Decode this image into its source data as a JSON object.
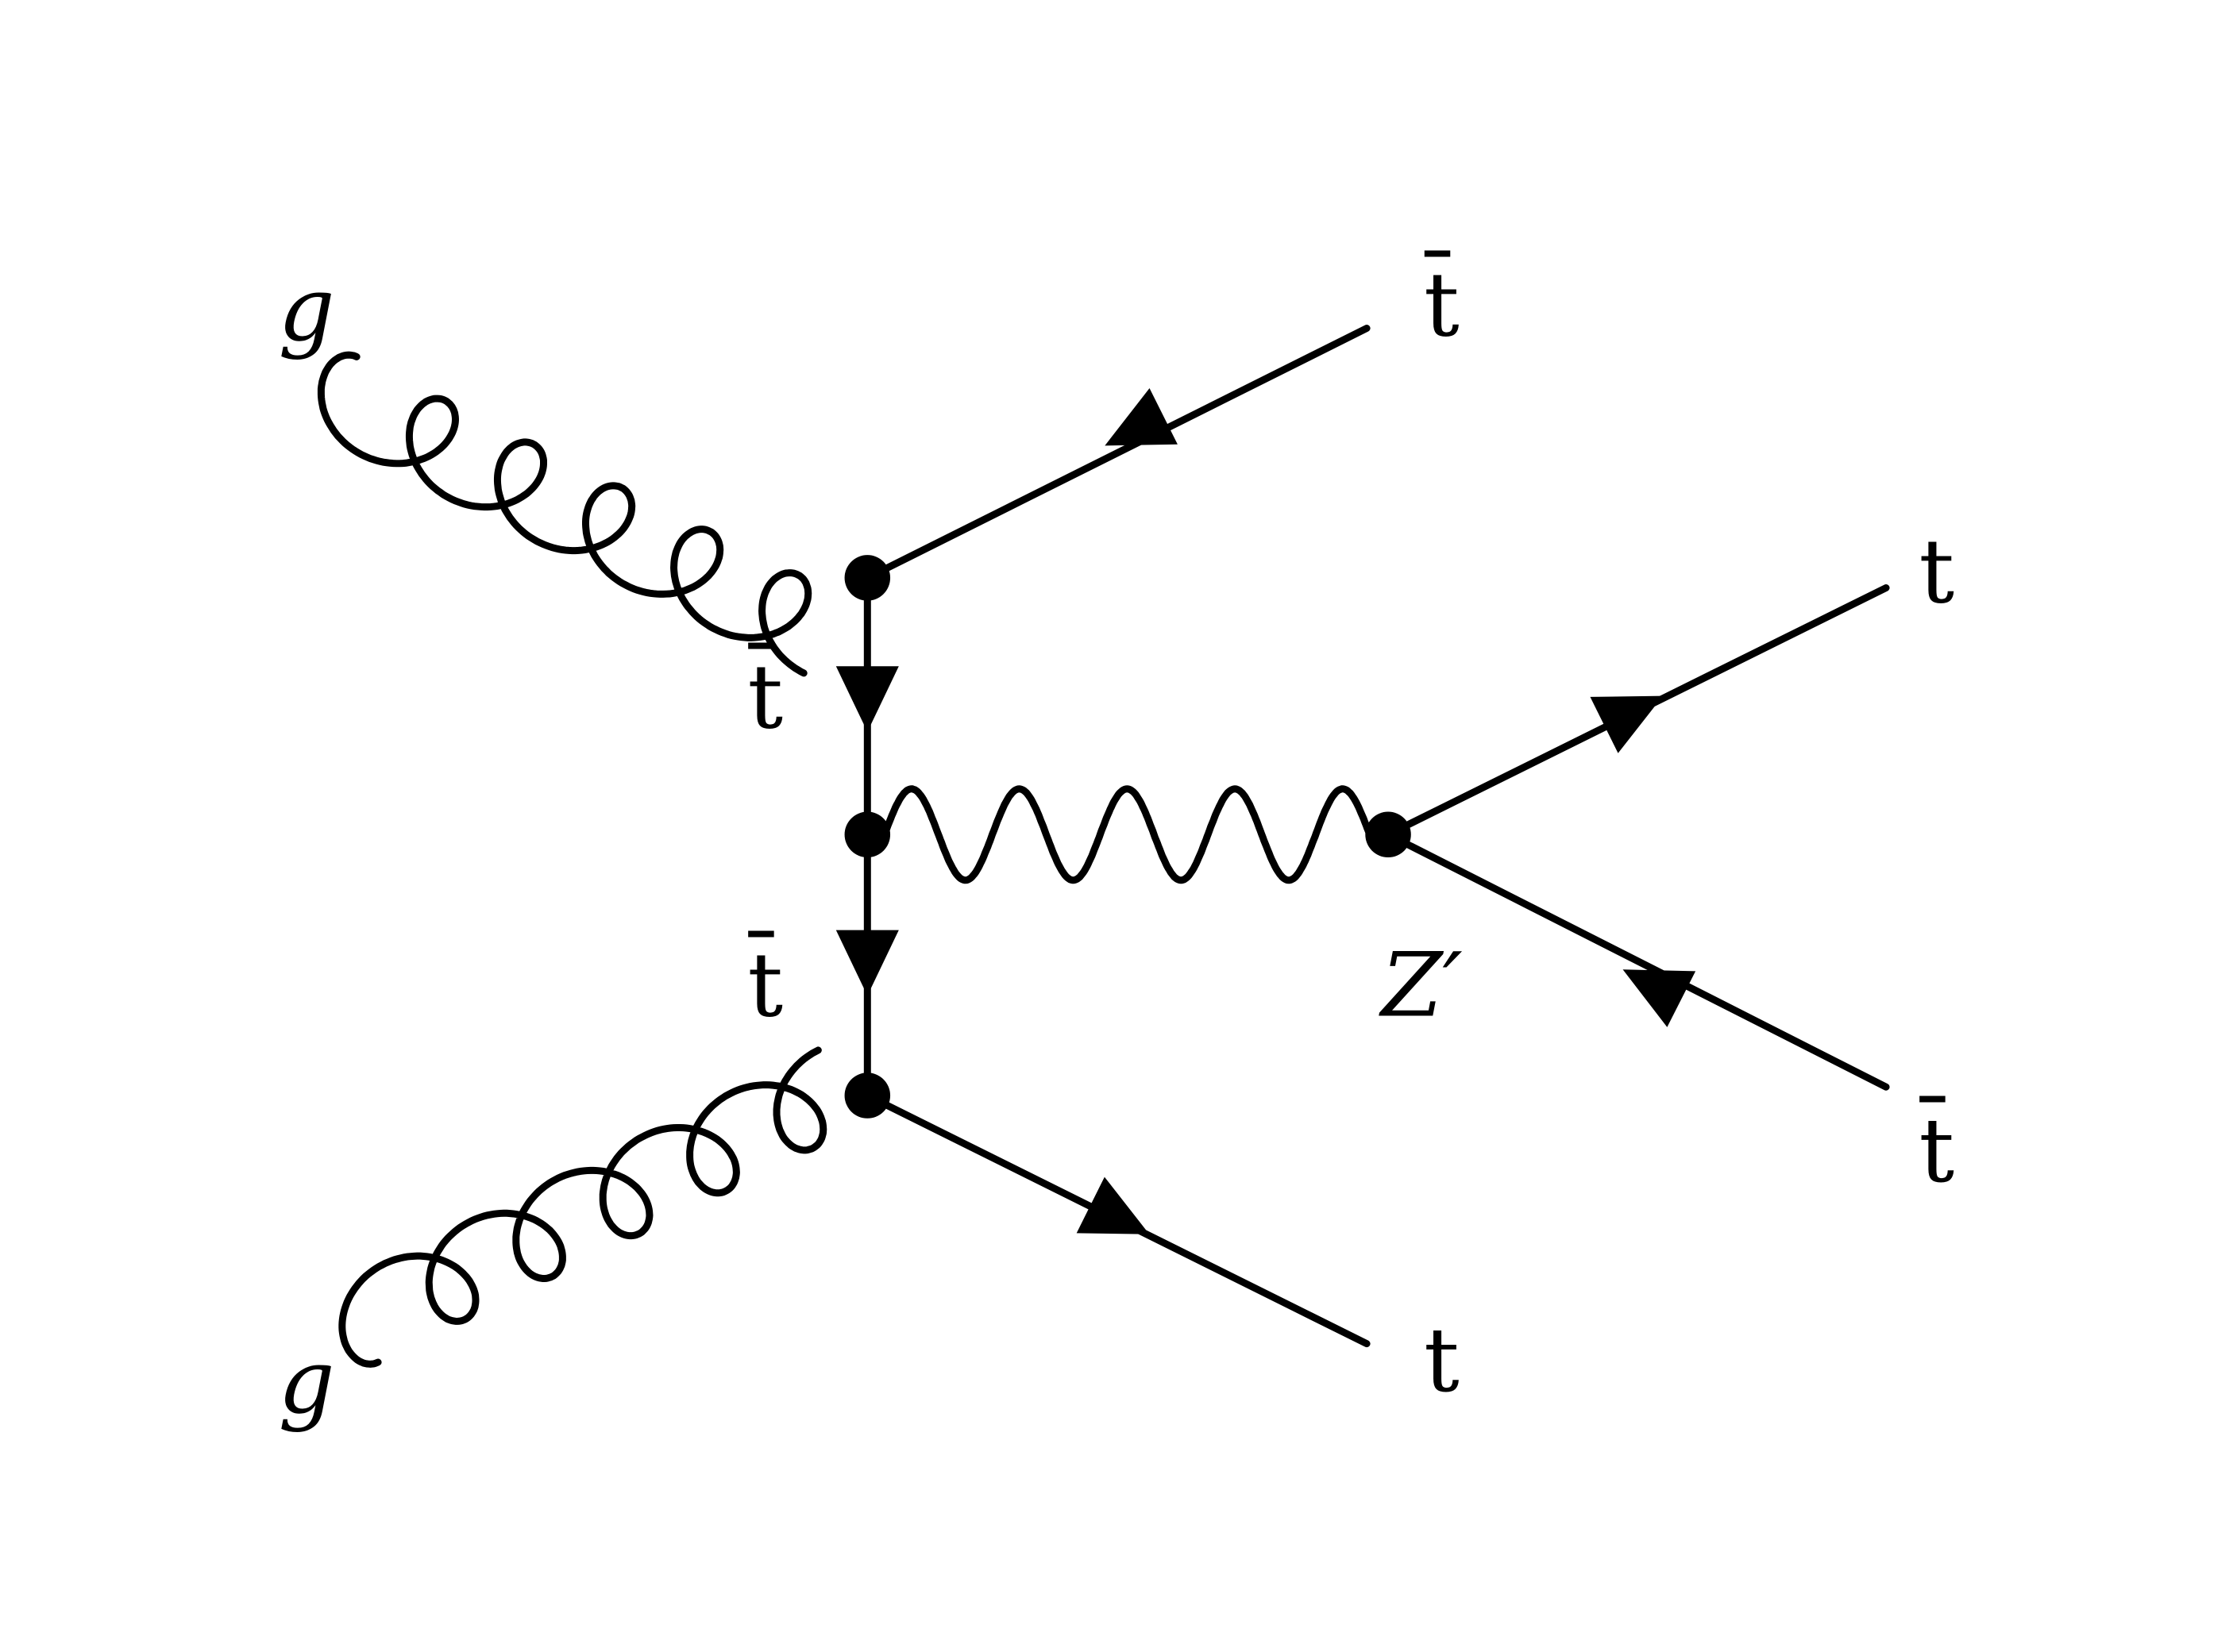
{
  "diagram": {
    "colors": {
      "ink": "#000000",
      "background": "#ffffff"
    },
    "labels": {
      "gluon_top": "g",
      "gluon_bottom": "g",
      "antitop_top_right": "t̄",
      "propagator_upper": "t̄",
      "propagator_lower": "t̄",
      "zprime": "Z′",
      "top_from_zprime": "t",
      "antitop_from_zprime": "t̄",
      "top_bottom_right": "t"
    }
  }
}
